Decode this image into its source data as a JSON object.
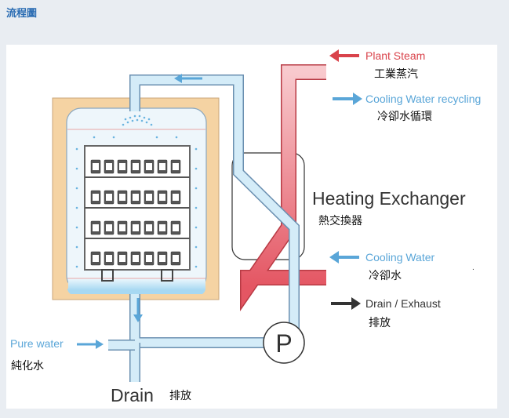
{
  "header": {
    "title": "流程圖"
  },
  "labels": {
    "plant_steam": "Plant Steam",
    "plant_steam_zh": "工業蒸汽",
    "cooling_recycling": "Cooling Water recycling",
    "cooling_recycling_zh": "冷卻水循環",
    "heating_exchanger": "Heating Exchanger",
    "heating_exchanger_zh": "熱交換器",
    "cooling_water": "Cooling Water",
    "cooling_water_zh": "冷卻水",
    "drain_exhaust": "Drain / Exhaust",
    "drain_exhaust_zh": "排放",
    "pure_water": "Pure water",
    "pure_water_zh": "純化水",
    "drain": "Drain",
    "drain_zh": "排放",
    "pump": "P",
    "dot": "."
  },
  "colors": {
    "steam_red": "#d9434b",
    "cooling_blue": "#5aa6d8",
    "pipe_fill": "#cfe8f6",
    "pipe_stroke": "#6a8fb0",
    "drain_arrow": "#333333",
    "vessel_wall": "#f5d3a3",
    "vessel_inner": "#eef6fb"
  },
  "icons": {
    "pump": "circle-p-icon",
    "arrows": "arrow-icon"
  }
}
